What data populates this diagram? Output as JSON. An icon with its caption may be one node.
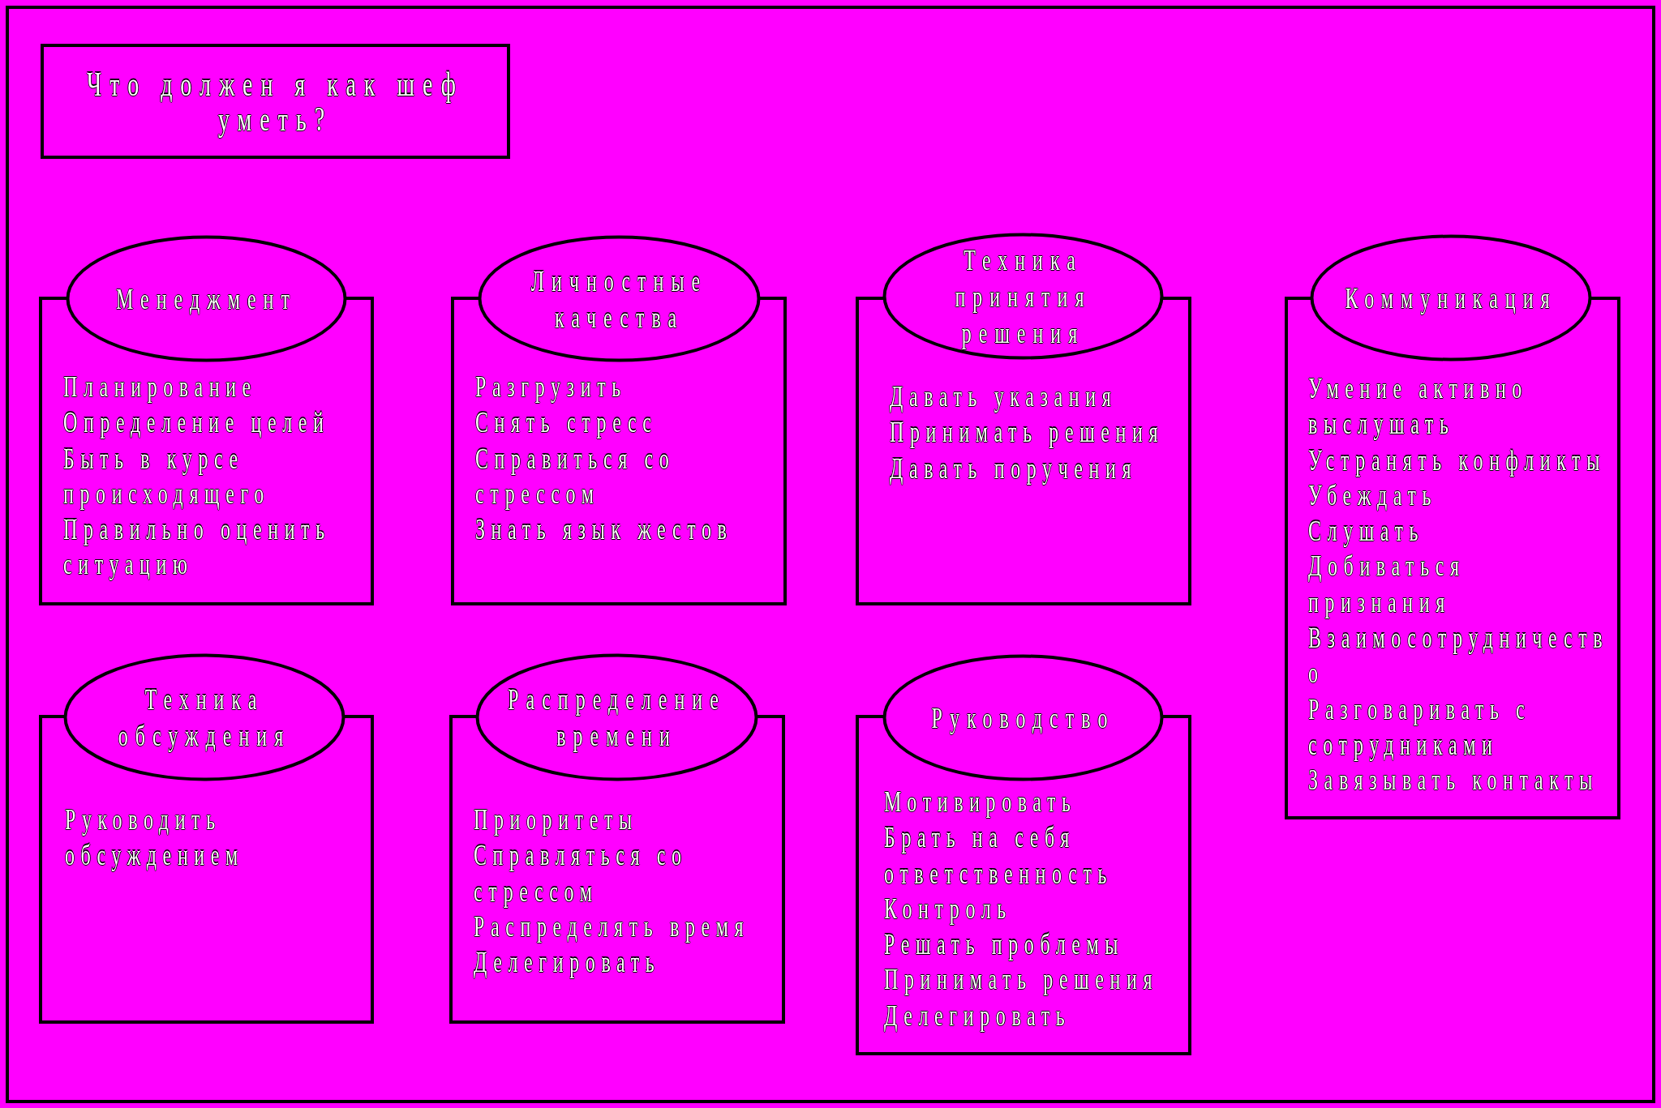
{
  "diagram": {
    "nodes": [
      {
        "text": [
          "Что должен я как шеф уметь?"
        ]
      },
      {
        "text": [
          "Менеджмент",
          "Планирование",
          "Определение целей",
          "Быть в курсе происходящего",
          "Правильно оценить ситуацию"
        ]
      },
      {
        "text": [
          "Личностные качества",
          "Разгрузить",
          "Снять стресс",
          "Справиться со стрессом",
          "Знать язык жестов"
        ]
      },
      {
        "text": [
          "Техника принятия решения",
          "Давать указания",
          "Принимать решения",
          "Давать поручения"
        ]
      },
      {
        "text": [
          "Коммуникация",
          "Умение активно выслушать",
          "Устранять конфликты",
          "Убеждать",
          "Слушать",
          "Добиваться признания",
          "Взаимосотрудничество",
          "Разговаривать с сотрудниками",
          "Завязывать контакты"
        ]
      },
      {
        "text": [
          "Техника обсуждения",
          "Руководить обсуждением"
        ]
      },
      {
        "text": [
          "Распределение времени",
          "Приоритеты",
          "Справляться со стрессом",
          "Распределять время",
          "Делегировать"
        ]
      },
      {
        "text": [
          "Руководство",
          "Мотивировать",
          "Брать на себя ответственность",
          "Контроль",
          "Решать проблемы",
          "Принимать решения",
          "Делегировать"
        ]
      }
    ]
  }
}
